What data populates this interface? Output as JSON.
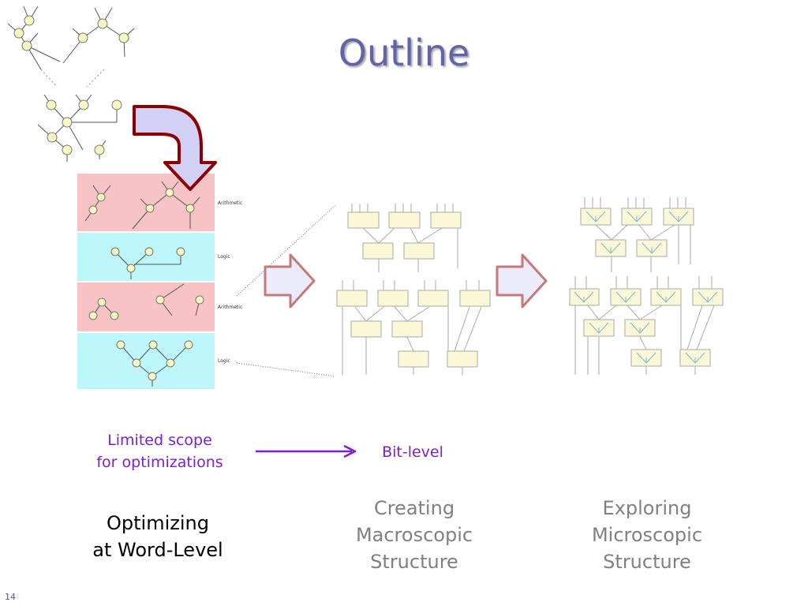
{
  "slide": {
    "title": "Outline",
    "page_number": "14",
    "colors": {
      "title": "#6264a8",
      "arithmetic_band": "#f7c3c5",
      "logic_band": "#bdf6fb",
      "block_arrow_outline": "#8b0000",
      "block_arrow_fill": "#d2d0f5",
      "purple": "#7a1fd6",
      "gray_text": "#808080"
    },
    "word_level": {
      "bands": [
        {
          "label": "Arithmetic",
          "kind": "arithmetic"
        },
        {
          "label": "Logic",
          "kind": "logic"
        },
        {
          "label": "Arithmetic",
          "kind": "arithmetic"
        },
        {
          "label": "Logic",
          "kind": "logic"
        }
      ]
    },
    "captions": {
      "optimizing_line1": "Optimizing",
      "optimizing_line2": "at Word-Level",
      "macro_line1": "Creating",
      "macro_line2": "Macroscopic",
      "macro_line3": "Structure",
      "micro_line1": "Exploring",
      "micro_line2": "Microscopic",
      "micro_line3": "Structure"
    },
    "scope": {
      "line1": "Limited scope",
      "line2": "for optimizations",
      "target": "Bit-level"
    }
  }
}
